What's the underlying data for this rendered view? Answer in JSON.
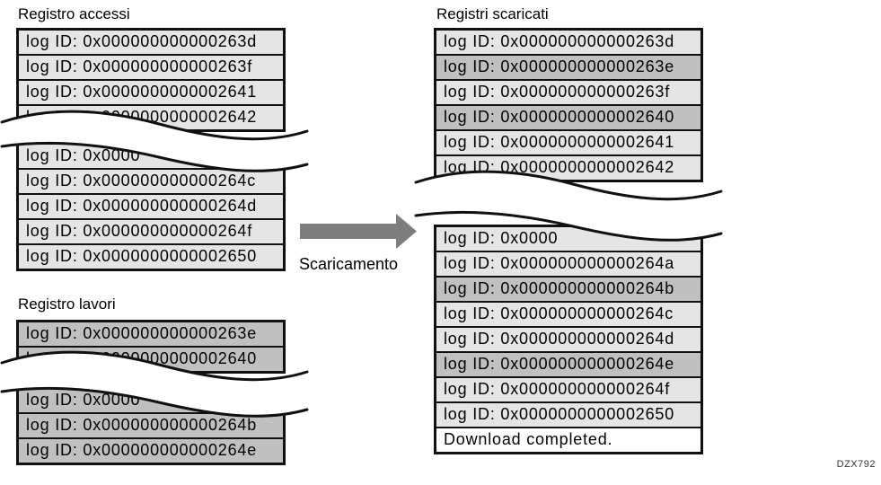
{
  "diagram": {
    "access_log": {
      "title": "Registro accessi",
      "part1": [
        {
          "text": "log ID: 0x000000000000263d",
          "shade": "light"
        },
        {
          "text": "log ID: 0x000000000000263f",
          "shade": "light"
        },
        {
          "text": "log ID: 0x0000000000002641",
          "shade": "light"
        },
        {
          "text": "log ID: 0x0000000000002642",
          "shade": "light"
        }
      ],
      "part2": [
        {
          "text": "log ID: 0x0000",
          "shade": "light"
        },
        {
          "text": "log ID: 0x000000000000264c",
          "shade": "light"
        },
        {
          "text": "log ID: 0x000000000000264d",
          "shade": "light"
        },
        {
          "text": "log ID: 0x000000000000264f",
          "shade": "light"
        },
        {
          "text": "log ID: 0x0000000000002650",
          "shade": "light"
        }
      ]
    },
    "job_log": {
      "title": "Registro lavori",
      "part1": [
        {
          "text": "log ID: 0x000000000000263e",
          "shade": "dark"
        },
        {
          "text": "log ID: 0x0000000000002640",
          "shade": "dark"
        }
      ],
      "part2": [
        {
          "text": "log ID: 0x0000",
          "shade": "dark"
        },
        {
          "text": "log ID: 0x000000000000264b",
          "shade": "dark"
        },
        {
          "text": "log ID: 0x000000000000264e",
          "shade": "dark"
        }
      ]
    },
    "downloaded_logs": {
      "title": "Registri scaricati",
      "part1": [
        {
          "text": "log ID: 0x000000000000263d",
          "shade": "light"
        },
        {
          "text": "log ID: 0x000000000000263e",
          "shade": "dark"
        },
        {
          "text": "log ID: 0x000000000000263f",
          "shade": "light"
        },
        {
          "text": "log ID: 0x0000000000002640",
          "shade": "dark"
        },
        {
          "text": "log ID: 0x0000000000002641",
          "shade": "light"
        },
        {
          "text": "log ID: 0x0000000000002642",
          "shade": "light"
        }
      ],
      "part2": [
        {
          "text": "log ID: 0x0000",
          "shade": "light"
        },
        {
          "text": "log ID: 0x000000000000264a",
          "shade": "light"
        },
        {
          "text": "log ID: 0x000000000000264b",
          "shade": "dark"
        },
        {
          "text": "log ID: 0x000000000000264c",
          "shade": "light"
        },
        {
          "text": "log ID: 0x000000000000264d",
          "shade": "light"
        },
        {
          "text": "log ID: 0x000000000000264e",
          "shade": "dark"
        },
        {
          "text": "log ID: 0x000000000000264f",
          "shade": "light"
        },
        {
          "text": "log ID: 0x0000000000002650",
          "shade": "light"
        },
        {
          "text": "Download completed.",
          "shade": "white"
        }
      ]
    },
    "arrow_label": "Scaricamento",
    "figure_code": "DZX792",
    "colors": {
      "row_light": "#e5e5e5",
      "row_dark": "#c0c0c0",
      "arrow": "#7d7d7d",
      "border": "#111111"
    }
  }
}
